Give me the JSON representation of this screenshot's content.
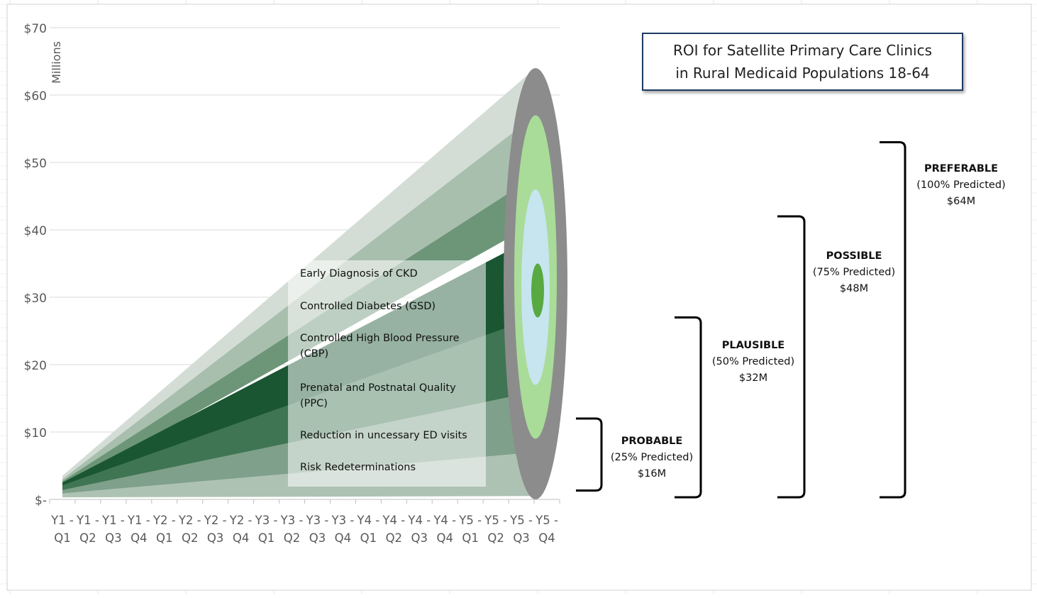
{
  "chart_data": {
    "type": "area",
    "title_lines": [
      "ROI for Satellite Primary Care Clinics",
      "in Rural Medicaid Populations 18-64"
    ],
    "ylabel": "Millions",
    "ylim": [
      0,
      70
    ],
    "y_ticks": [
      "$-",
      "$10",
      "$20",
      "$30",
      "$40",
      "$50",
      "$60",
      "$70"
    ],
    "y_tick_values": [
      0,
      10,
      20,
      30,
      40,
      50,
      60,
      70
    ],
    "grid": true,
    "x_top": [
      "Y1 -",
      "Y1 -",
      "Y1 -",
      "Y1 -",
      "Y2 -",
      "Y2 -",
      "Y2 -",
      "Y2 -",
      "Y3 -",
      "Y3 -",
      "Y3 -",
      "Y3 -",
      "Y4 -",
      "Y4 -",
      "Y4 -",
      "Y4 -",
      "Y5 -",
      "Y5 -",
      "Y5 -",
      "Y5 -"
    ],
    "x_bottom": [
      "Q1",
      "Q2",
      "Q3",
      "Q4",
      "Q1",
      "Q2",
      "Q3",
      "Q4",
      "Q1",
      "Q2",
      "Q3",
      "Q4",
      "Q1",
      "Q2",
      "Q3",
      "Q4",
      "Q1",
      "Q2",
      "Q3",
      "Q4"
    ],
    "bands": [
      {
        "name": "Early Diagnosis  of CKD",
        "start": [
          1.5,
          3.5
        ],
        "end": [
          57,
          64
        ],
        "color": "#d3ddd6"
      },
      {
        "name": "Controlled Diabetes (GSD)",
        "start": [
          1.7,
          3.0
        ],
        "end": [
          48,
          57
        ],
        "color": "#a9bfae"
      },
      {
        "name": "Controlled High Blood Pressure (CBP)",
        "start": [
          1.8,
          2.7
        ],
        "end": [
          41,
          48
        ],
        "color": "#6d9679"
      },
      {
        "name": "Prenatal and Postnatal Quality (PPC)",
        "start": [
          2.0,
          2.5
        ],
        "end": [
          26,
          39
        ],
        "color": "#1a5632"
      },
      {
        "name": "Reduction in uncessary ED visits",
        "start": [
          1.2,
          2.1
        ],
        "end": [
          16,
          27
        ],
        "color": "#3f7552"
      },
      {
        "name": "Risk Redeterminations",
        "start": [
          0.8,
          1.4
        ],
        "end": [
          7,
          16
        ],
        "color": "#7fa08a"
      },
      {
        "name": "",
        "start": [
          0.3,
          0.9
        ],
        "end": [
          0.5,
          7
        ],
        "color": "#aec2b3"
      }
    ],
    "target": {
      "center": 31,
      "rings": [
        {
          "bottom": 0,
          "top": 64,
          "color": "#8c8c8c"
        },
        {
          "bottom": 9,
          "top": 57,
          "color": "#a9dc98"
        },
        {
          "bottom": 17,
          "top": 46,
          "color": "#c6e5ee"
        },
        {
          "bottom": 27,
          "top": 35,
          "color": "#58a941"
        }
      ]
    },
    "scenarios": [
      {
        "name": "PROBABLE",
        "pct": "(25% Predicted)",
        "amount": "$16M",
        "top": 12,
        "bottom": 1
      },
      {
        "name": "PLAUSIBLE",
        "pct": "(50% Predicted)",
        "amount": "$32M",
        "top": 27,
        "bottom": 0
      },
      {
        "name": "POSSIBLE",
        "pct": "(75% Predicted)",
        "amount": "$48M",
        "top": 42,
        "bottom": 0
      },
      {
        "name": "PREFERABLE",
        "pct": "(100% Predicted)",
        "amount": "$64M",
        "top": 53,
        "bottom": 0
      }
    ]
  }
}
